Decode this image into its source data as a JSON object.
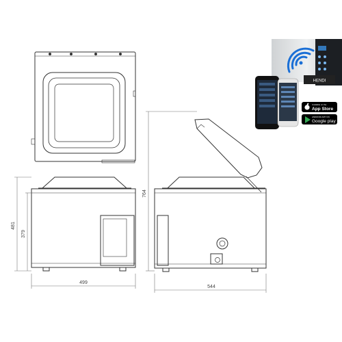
{
  "dimensions": {
    "width_bottom_front": "499",
    "width_bottom_side": "544",
    "height_total": "481",
    "height_body": "379",
    "height_open_lid": "764"
  },
  "inset": {
    "brand_text": "HENDI",
    "app_store": {
      "small_text": "Available on the",
      "label": "App Store"
    },
    "google_play": {
      "small_text": "ANDROID APP ON",
      "label": "Google play"
    },
    "icons": [
      "wifi-icon",
      "apple-icon",
      "play-icon"
    ]
  },
  "colors": {
    "line": "#333333",
    "dim_line": "#777777",
    "wifi": "#1a6fd6"
  }
}
